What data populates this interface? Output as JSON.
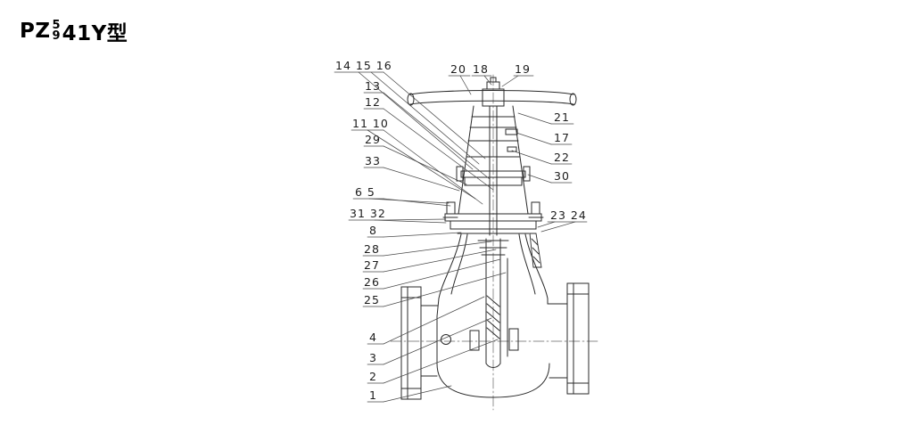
{
  "title": {
    "prefix": "PZ",
    "numerator": "5",
    "denominator": "9",
    "suffix": "41Y型"
  },
  "drawing": {
    "subject": "gate-valve-cross-section"
  },
  "callouts": [
    {
      "label": "14 15 16"
    },
    {
      "label": "13"
    },
    {
      "label": "12"
    },
    {
      "label": "11 10"
    },
    {
      "label": "29"
    },
    {
      "label": "33"
    },
    {
      "label": "6 5"
    },
    {
      "label": "31 32"
    },
    {
      "label": "8"
    },
    {
      "label": "28"
    },
    {
      "label": "27"
    },
    {
      "label": "26"
    },
    {
      "label": "25"
    },
    {
      "label": "4"
    },
    {
      "label": "3"
    },
    {
      "label": "2"
    },
    {
      "label": "1"
    },
    {
      "label": "20"
    },
    {
      "label": "18"
    },
    {
      "label": "19"
    },
    {
      "label": "21"
    },
    {
      "label": "17"
    },
    {
      "label": "22"
    },
    {
      "label": "30"
    },
    {
      "label": "23 24"
    }
  ]
}
